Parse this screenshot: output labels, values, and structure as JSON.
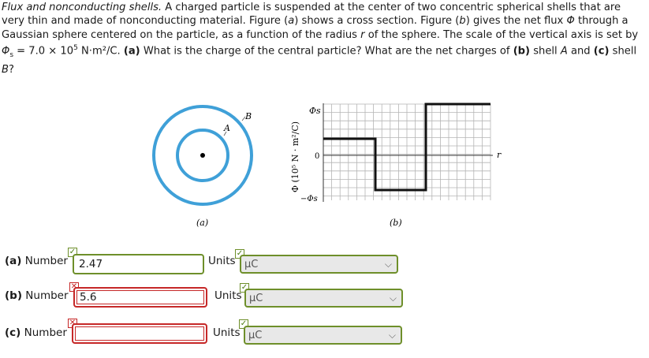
{
  "problem": {
    "title": "Flux and nonconducting shells.",
    "intro": " A charged particle is suspended at the center of two concentric spherical shells that are very thin and made of nonconducting material. Figure (",
    "fig_a": "a",
    "text2": ") shows a cross section. Figure (",
    "fig_b": "b",
    "text3": ") gives the net flux ",
    "phi": "Φ",
    "text4": " through a Gaussian sphere centered on the particle, as a function of the radius ",
    "r": "r",
    "text5": " of the sphere. The scale of the vertical axis is set by ",
    "phis": "Φ",
    "phis_sub": "s",
    "text6": " = 7.0 × 10",
    "exp": "5",
    "text7": " N·m²/C. ",
    "qa": "(a)",
    "text8": " What is the charge of the central particle? What are the net charges of ",
    "qb": "(b)",
    "text9": " shell ",
    "shellA": "A",
    "text10": " and ",
    "qc": "(c)",
    "text11": " shell ",
    "shellB": "B",
    "text12": "?"
  },
  "figure_a": {
    "label": "(a)",
    "shell_a": "A",
    "shell_b": "B",
    "shell_color": "#3fa0d8"
  },
  "figure_b": {
    "label": "(b)",
    "y_axis_label": "Φ (10⁵ N · m²/C)",
    "tick_top": "Φs",
    "tick_zero": "0",
    "tick_bottom": "−Φs",
    "x_axis_label": "r"
  },
  "answers": [
    {
      "label_bold": "(a)",
      "label_rest": " Number",
      "value": "2.47",
      "status": "correct",
      "units_label": "Units",
      "units_value": "μC",
      "units_status": "correct"
    },
    {
      "label_bold": "(b)",
      "label_rest": " Number",
      "value": "5.6",
      "status": "incorrect",
      "units_label": "Units",
      "units_value": "μC",
      "units_status": "correct"
    },
    {
      "label_bold": "(c)",
      "label_rest": " Number",
      "value": "",
      "status": "incorrect",
      "units_label": "Units",
      "units_value": "μC",
      "units_status": "correct"
    }
  ],
  "colors": {
    "correct": "#6e8f2a",
    "incorrect": "#c62828"
  }
}
